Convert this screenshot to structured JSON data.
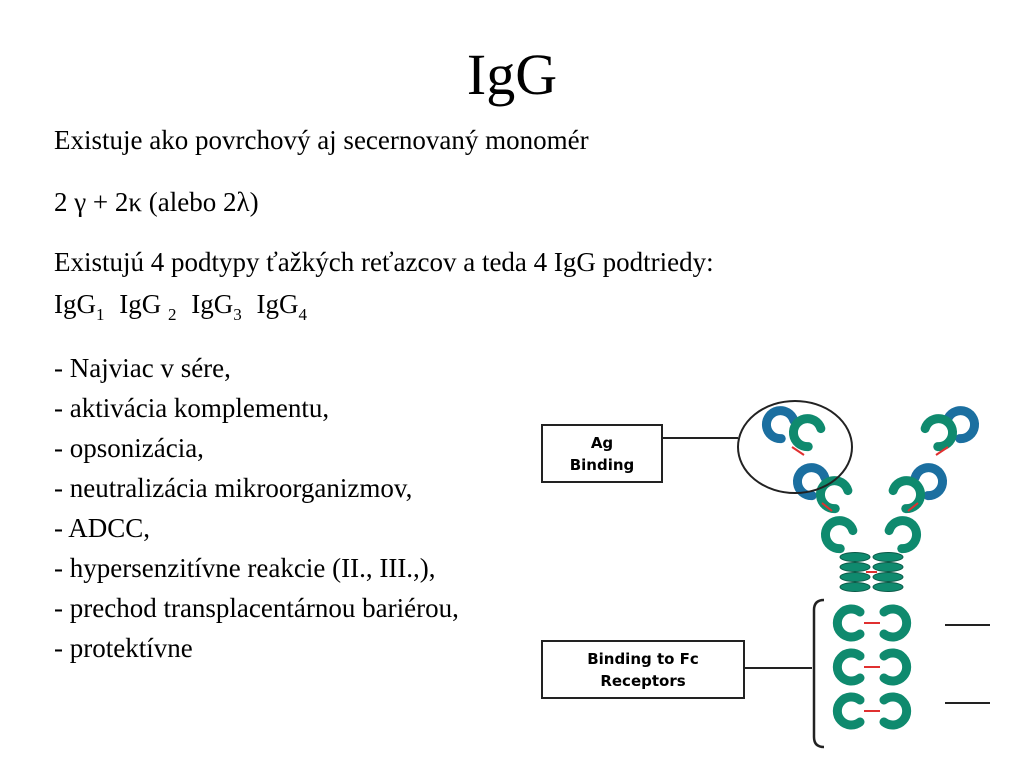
{
  "slide": {
    "title": "IgG",
    "line1": "Existuje ako povrchový aj secernovaný monomér",
    "line2": "2 γ + 2κ (alebo 2λ)",
    "line3": "Existujú 4 podtypy ťažkých reťazcov a teda 4 IgG podtriedy:",
    "subclasses": [
      {
        "base": "IgG",
        "sub": "1"
      },
      {
        "base": "IgG ",
        "sub": "2"
      },
      {
        "base": "IgG",
        "sub": "3"
      },
      {
        "base": "IgG",
        "sub": "4"
      }
    ],
    "bullets": [
      "- Najviac v sére,",
      "- aktivácia komplementu,",
      "- opsonizácia,",
      "- neutralizácia mikroorganizmov,",
      "- ADCC,",
      "- hypersenzitívne reakcie (II., III.,),",
      "- prechod transplacentárnou bariérou,",
      "- protektívne"
    ]
  },
  "diagram": {
    "ag_binding_line1": "Ag",
    "ag_binding_line2": "Binding",
    "fc_binding_line1": "Binding to Fc",
    "fc_binding_line2": "Receptors",
    "colors": {
      "heavy_chain": "#0f8a6e",
      "light_chain": "#1b6fa0",
      "disulfide": "#e03030",
      "outline": "#222222"
    }
  }
}
